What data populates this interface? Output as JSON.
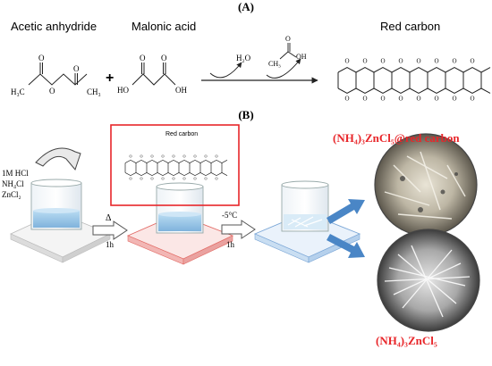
{
  "panel_a": {
    "label": "(A)",
    "reactant_1": "Acetic anhydride",
    "reactant_2": "Malonic acid",
    "product": "Red carbon",
    "plus": "+",
    "byproduct_water": "H₂O",
    "atoms": {
      "h3c": "H₃C",
      "ch3": "CH₃",
      "o": "O",
      "ho": "HO",
      "oh": "OH"
    }
  },
  "panel_b": {
    "label": "(B)",
    "reagents": [
      "1M HCl",
      "NH₄Cl",
      "ZnCl₂"
    ],
    "step1_symbol": "Δ",
    "step1_time": "1h",
    "step2_temp": "-5°C",
    "step2_time": "1h",
    "inset_title": "Red carbon",
    "product_top": "(NH₄)₃ZnCl₅@red carbon",
    "product_bottom": "(NH₄)₃ZnCl₅"
  },
  "colors": {
    "accent_red": "#e8262a",
    "arrow_blue": "#4a86c6",
    "liquid_blue": "#9cc7e6",
    "plate_red": "#f2b6b4",
    "plate_blue": "#c9def2"
  }
}
